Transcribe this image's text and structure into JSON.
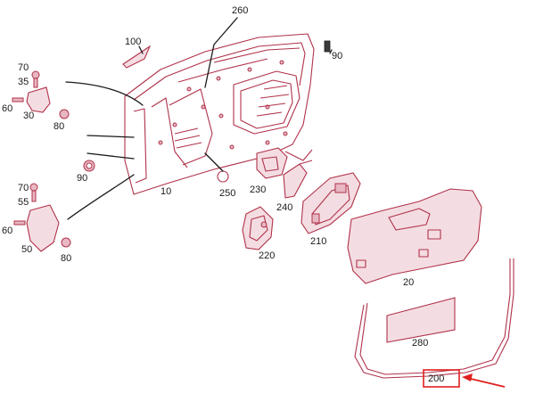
{
  "callouts": {
    "p10": "10",
    "p20": "20",
    "p30": "30",
    "p35": "35",
    "p50": "50",
    "p55": "55",
    "p60a": "60",
    "p60b": "60",
    "p70a": "70",
    "p70b": "70",
    "p80a": "80",
    "p80b": "80",
    "p90a": "90",
    "p90b": "90",
    "p100": "100",
    "p200": "200",
    "p210": "210",
    "p220": "220",
    "p230": "230",
    "p240": "240",
    "p250": "250",
    "p260": "260",
    "p280": "280"
  },
  "highlight": {
    "target": "200",
    "color": "#e01f1f"
  },
  "colors": {
    "part_outline": "#b0324a",
    "part_fill": "#f4dde2",
    "leader": "#1a1a1a"
  }
}
